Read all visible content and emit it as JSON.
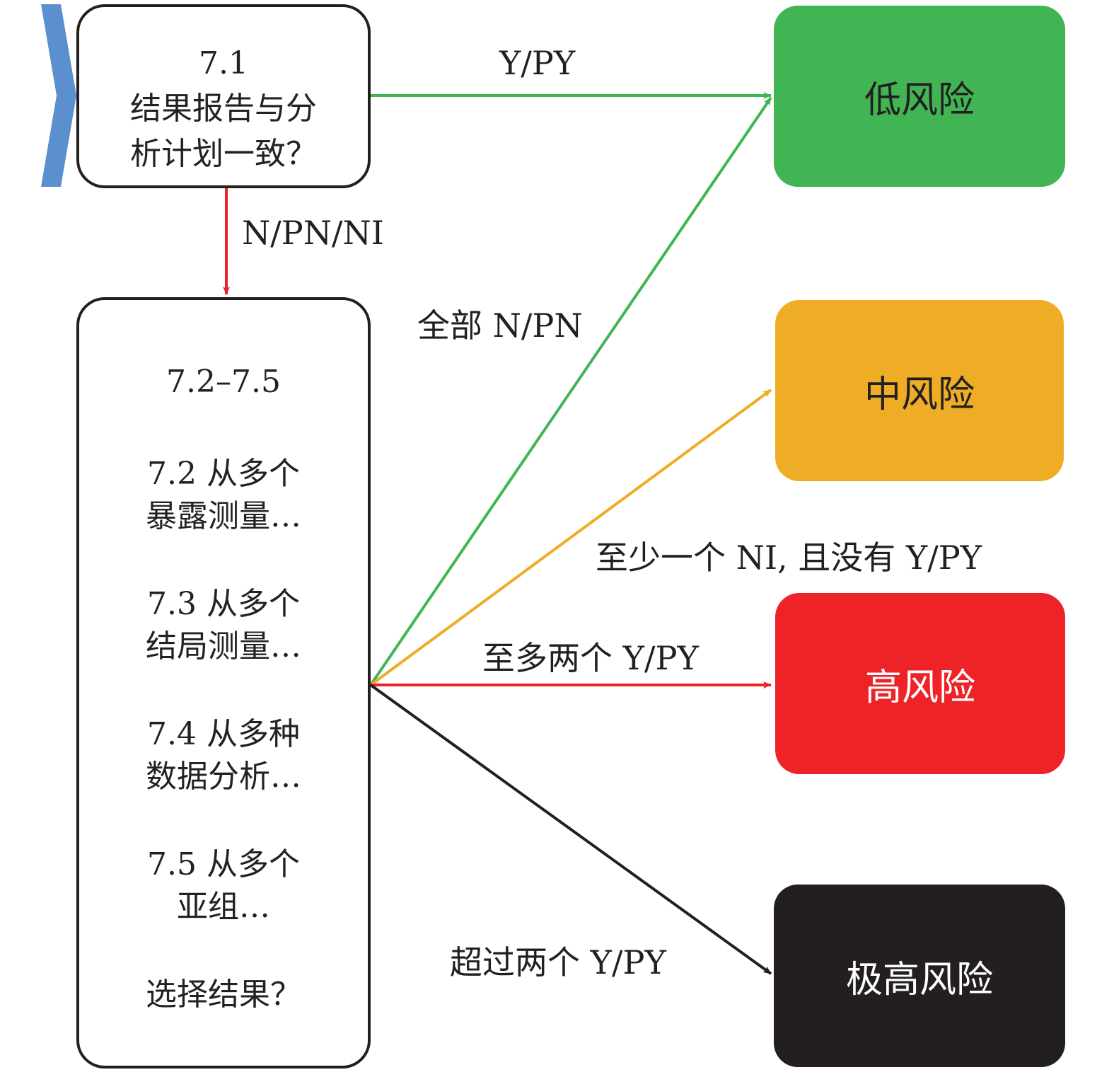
{
  "question1": {
    "id": "7.1",
    "lines": [
      "结果报告与分",
      "析计划一致？"
    ]
  },
  "question2": {
    "header": "7.2–7.5",
    "items": [
      {
        "lines": [
          "7.2 从多个",
          "暴露测量…"
        ]
      },
      {
        "lines": [
          "7.3 从多个",
          "结局测量…"
        ]
      },
      {
        "lines": [
          "7.4 从多种",
          "数据分析…"
        ]
      },
      {
        "lines": [
          "7.5 从多个",
          "亚组…"
        ]
      }
    ],
    "footer": "选择结果？"
  },
  "risks": {
    "low": {
      "label": "低风险",
      "color": "#41b553"
    },
    "moderate": {
      "label": "中风险",
      "color": "#efad26"
    },
    "high": {
      "label": "高风险",
      "color": "#ee2328"
    },
    "very_high": {
      "label": "极高风险",
      "color": "#231f20"
    }
  },
  "edges": {
    "q1_yes": "Y/PY",
    "q1_no": "N/PN/NI",
    "all_no": "全部 N/PN",
    "some_ni": "至少一个 NI, 且没有 Y/PY",
    "upto_two": "至多两个 Y/PY",
    "over_two": "超过两个 Y/PY"
  },
  "colors": {
    "chevron": "#5b8fcd",
    "green": "#41b553",
    "orange": "#efad26",
    "red": "#ee2328",
    "black": "#231f20"
  }
}
